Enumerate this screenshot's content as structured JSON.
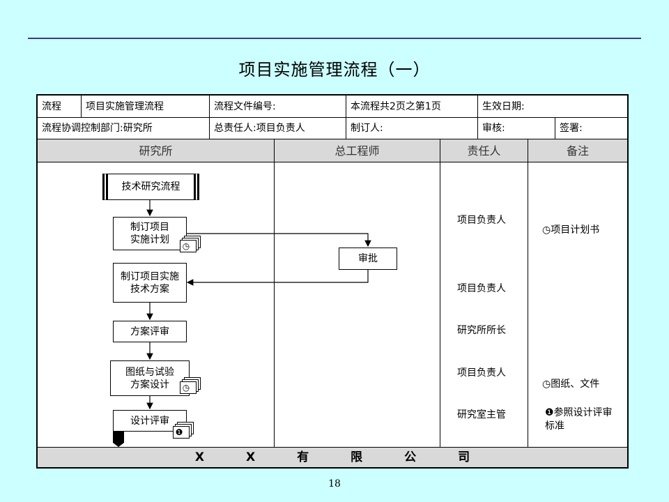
{
  "title": "项目实施管理流程（一）",
  "header": {
    "row1": {
      "label_flow": "流程",
      "flow_name": "项目实施管理流程",
      "doc_no": "流程文件编号:",
      "page_info": "本流程共2页之第1页",
      "effective_date": "生效日期:"
    },
    "row2": {
      "dept": "流程协调控制部门:研究所",
      "owner": "总责任人:项目负责人",
      "author": "制订人:",
      "reviewer": "审核:",
      "signer": "签署:"
    }
  },
  "lanes": [
    "研究所",
    "总工程师",
    "责任人",
    "备注"
  ],
  "nodes": {
    "n1": "技术研究流程",
    "n2": "制订项目\n实施计划",
    "n3": "审批",
    "n4": "制订项目实施\n技术方案",
    "n5": "方案评审",
    "n6": "图纸与试验\n方案设计",
    "n7": "设计评审"
  },
  "responsible": {
    "r1": "项目负责人",
    "r2": "项目负责人",
    "r3": "研究所所长",
    "r4": "项目负责人",
    "r5": "研究室主管"
  },
  "notes": {
    "m1": "项目计划书",
    "m2": "图纸、文件",
    "m3": "参照设计评审标准"
  },
  "icons": {
    "clock": "clock-icon",
    "marker": "numbered-circle-icon",
    "clock_glyph": "◷",
    "marker_glyph": "❶"
  },
  "footer": "XX有限公司",
  "page_number": "18"
}
